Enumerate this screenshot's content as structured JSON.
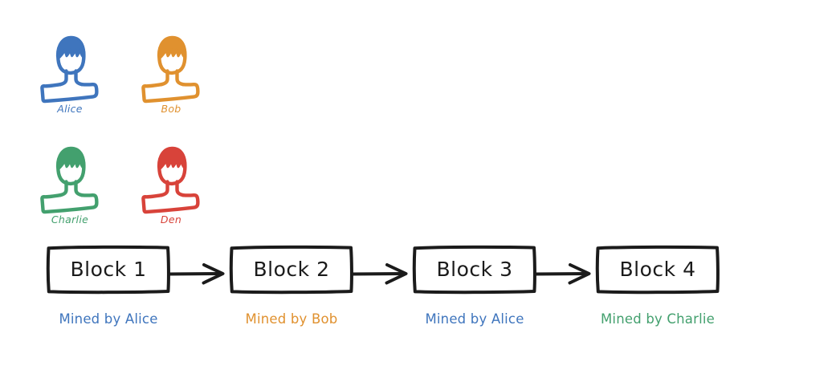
{
  "diagram": {
    "title": "Blockchain mining diagram",
    "background": "#ffffff"
  },
  "palette": {
    "alice_blue": "#3f75bd",
    "bob_orange": "#e0912f",
    "charlie_green": "#43a06e",
    "den_red": "#d8433a",
    "ink_black": "#1b1b1b"
  },
  "participants": [
    {
      "id": "alice",
      "label": "Alice",
      "color": "#3f75bd",
      "icon": "person-avatar-icon"
    },
    {
      "id": "bob",
      "label": "Bob",
      "color": "#e0912f",
      "icon": "person-avatar-icon"
    },
    {
      "id": "charlie",
      "label": "Charlie",
      "color": "#43a06e",
      "icon": "person-avatar-icon"
    },
    {
      "id": "den",
      "label": "Den",
      "color": "#d8433a",
      "icon": "person-avatar-icon"
    }
  ],
  "chain": {
    "connector_icon": "arrow-right-icon",
    "blocks": [
      {
        "label": "Block 1",
        "caption": "Mined by Alice",
        "miner": "Alice",
        "caption_color": "#3f75bd"
      },
      {
        "label": "Block 2",
        "caption": "Mined by Bob",
        "miner": "Bob",
        "caption_color": "#e0912f"
      },
      {
        "label": "Block 3",
        "caption": "Mined by Alice",
        "miner": "Alice",
        "caption_color": "#3f75bd"
      },
      {
        "label": "Block 4",
        "caption": "Mined by Charlie",
        "miner": "Charlie",
        "caption_color": "#43a06e"
      }
    ]
  }
}
